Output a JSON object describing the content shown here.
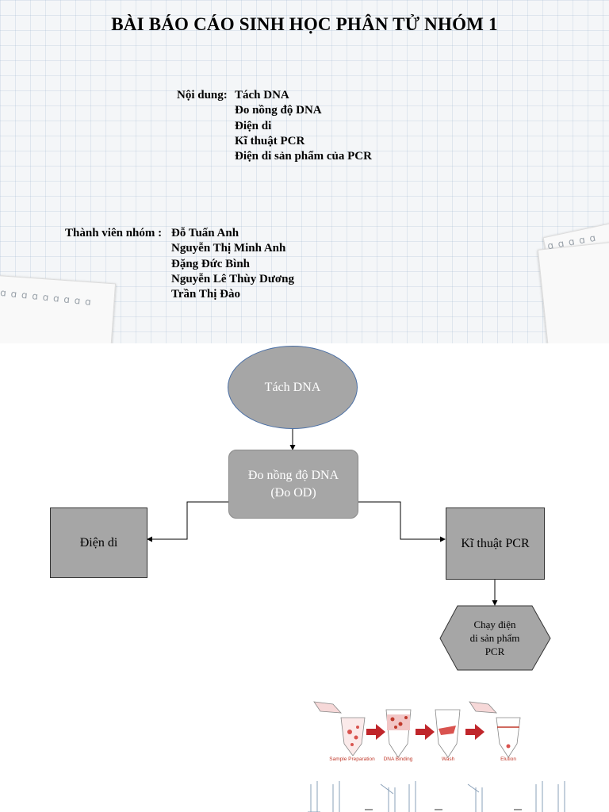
{
  "slide1": {
    "title": "BÀI BÁO CÁO SINH HỌC PHÂN TỬ NHÓM 1",
    "content_label": "Nội dung:",
    "content_items": [
      "Tách DNA",
      "Đo nồng độ DNA",
      "Điện di",
      "Kĩ thuật PCR",
      "Điện di sản phẩm của PCR"
    ],
    "members_label": "Thành viên nhóm :",
    "members": [
      "Đỗ Tuấn Anh",
      "Nguyễn Thị Minh Anh",
      "Đặng Đức Bình",
      "Nguyễn Lê Thùy Dương",
      "Trần Thị Đào"
    ]
  },
  "slide2": {
    "flow": {
      "start": "Tách DNA",
      "measure_line1": "Đo nồng độ DNA",
      "measure_line2": "(Đo OD)",
      "left": "Điện di",
      "right": "Kĩ thuật PCR",
      "final_lines": [
        "Chạy điện",
        "di sản phẩm",
        "PCR"
      ]
    },
    "illustration_labels": [
      "Sample Preparation",
      "DNA Binding",
      "Wash",
      "Elution"
    ]
  },
  "colors": {
    "node_fill": "#a6a6a6",
    "ellipse_border": "#4a6fa5",
    "arrow": "#c0262b"
  }
}
